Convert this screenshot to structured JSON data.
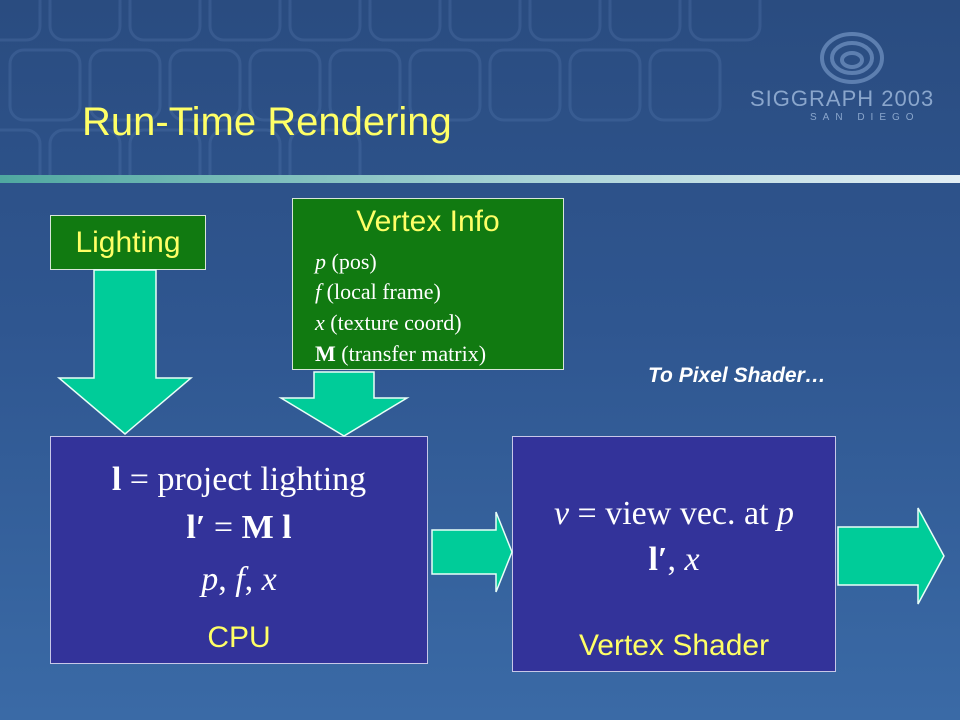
{
  "slide": {
    "title": "Run-Time Rendering",
    "logo": {
      "name": "SIGGRAPH 2003",
      "location": "SAN DIEGO",
      "title_color": "#ffff66"
    }
  },
  "lighting_box": {
    "label": "Lighting"
  },
  "vertex_info_box": {
    "title": "Vertex Info",
    "items": [
      {
        "var": "p",
        "desc": "(pos)"
      },
      {
        "var": "f",
        "desc": "(local frame)"
      },
      {
        "var": "x",
        "desc": "(texture coord)"
      },
      {
        "var": "M",
        "desc": "(transfer matrix)"
      }
    ]
  },
  "cpu_box": {
    "line1": {
      "lhs": "l",
      "rhs": "project lighting"
    },
    "line2": {
      "lhs": "l′",
      "op": "=",
      "rhs_m": "M",
      "rhs_l": "l"
    },
    "line3": {
      "p": "p",
      "f": "f",
      "x": "x"
    },
    "caption": "CPU"
  },
  "vertex_shader_box": {
    "line1": {
      "lhs": "v",
      "rhs": "view vec. at",
      "var": "p"
    },
    "line2": {
      "l": "l′",
      "x": "x"
    },
    "caption": "Vertex Shader"
  },
  "note": "To Pixel Shader…",
  "colors": {
    "background": "#2f5690",
    "title_yellow": "#ffff66",
    "green_box": "#117a11",
    "navy_box": "#33339a",
    "arrow": "#00cc99"
  }
}
